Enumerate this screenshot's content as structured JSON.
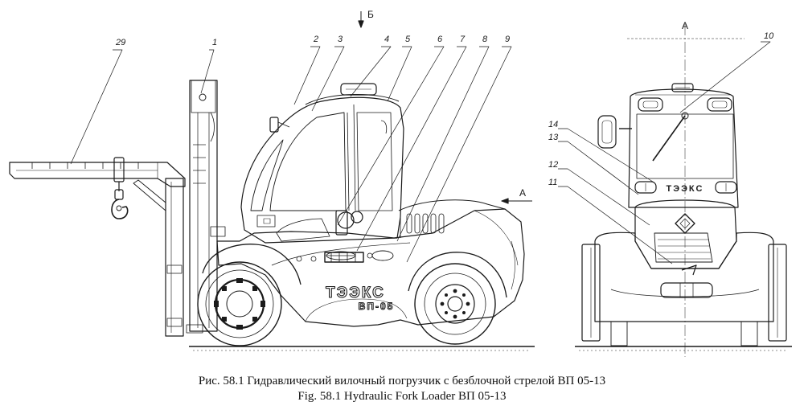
{
  "labels": {
    "l1": "1",
    "l2": "2",
    "l3": "3",
    "l4": "4",
    "l5": "5",
    "l6": "6",
    "l7": "7",
    "l8": "8",
    "l9": "9",
    "l10": "10",
    "l11": "11",
    "l12": "12",
    "l13": "13",
    "l14": "14",
    "l29": "29"
  },
  "view_marks": {
    "view_b": "Б",
    "view_a_arrow": "А",
    "view_a_title": "А"
  },
  "body_text": {
    "brand": "ТЭЭКС",
    "model": "ВП-05",
    "front_brand": "ТЭЭКС"
  },
  "caption": {
    "ru": "Рис. 58.1  Гидравлический вилочный погрузчик с безблочной стрелой ВП 05-13",
    "en": "Fig. 58.1  Hydraulic Fork Loader ВП 05-13"
  }
}
